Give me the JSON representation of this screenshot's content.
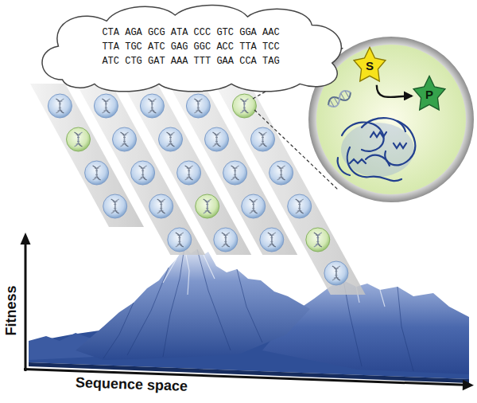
{
  "diagram": {
    "nodes": [
      {
        "text": [
          "CTA AGA GCG ATA CCC GTC GGA AAC TTA TGC ATC GAG GGC ACC TTA TCC ATC CTG GAT AAA TTT GAA CCA TAG"
        ]
      },
      {
        "text": [
          "S"
        ]
      },
      {
        "text": [
          "P"
        ]
      }
    ],
    "edges": [
      {
        "from": 1,
        "to": 2,
        "arrow": "to"
      }
    ],
    "labels": [
      "Fitness",
      "Sequence space"
    ]
  }
}
